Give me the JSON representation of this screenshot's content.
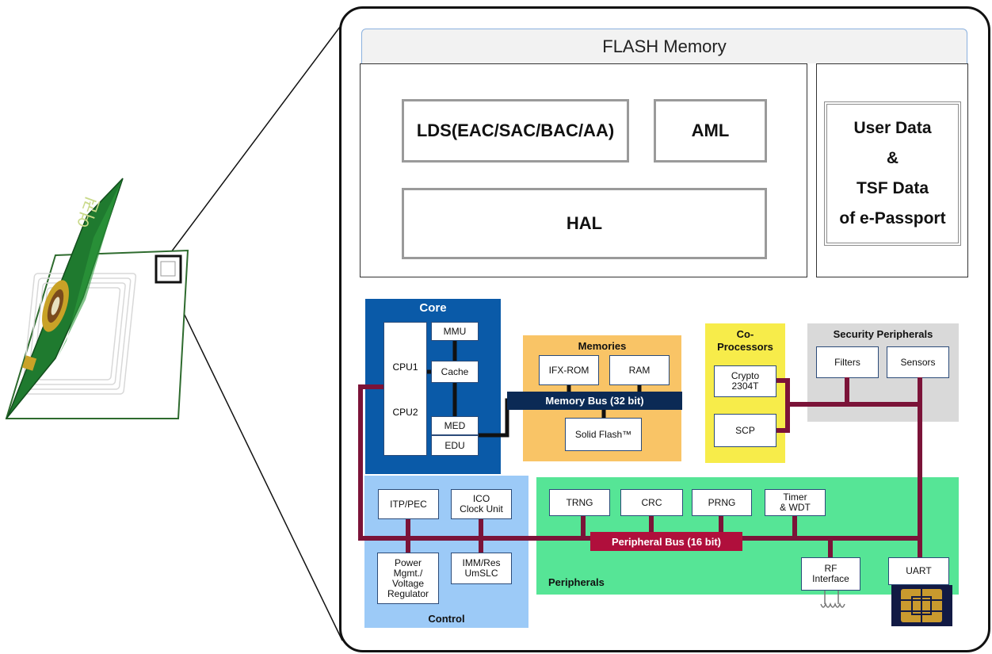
{
  "flash": {
    "title": "FLASH Memory",
    "lds": "LDS(EAC/SAC/BAC/AA)",
    "aml": "AML",
    "hal": "HAL",
    "user_data": "User Data\n&\nTSF Data\nof e-Passport"
  },
  "core": {
    "title": "Core",
    "cpu1": "CPU1",
    "cpu2": "CPU2",
    "mmu": "MMU",
    "cache": "Cache",
    "med": "MED",
    "edu": "EDU"
  },
  "memories": {
    "title": "Memories",
    "ifx_rom": "IFX-ROM",
    "ram": "RAM",
    "solid_flash": "Solid Flash™",
    "memory_bus": "Memory Bus (32 bit)"
  },
  "coprocessors": {
    "title": "Co-\nProcessors",
    "crypto": "Crypto\n2304T",
    "scp": "SCP"
  },
  "security": {
    "title": "Security Peripherals",
    "filters": "Filters",
    "sensors": "Sensors"
  },
  "control": {
    "title": "Control",
    "itp_pec": "ITP/PEC",
    "ico": "ICO\nClock Unit",
    "power": "Power\nMgmt./\nVoltage\nRegulator",
    "imm": "IMM/Res\nUmSLC"
  },
  "peripherals": {
    "title": "Peripherals",
    "trng": "TRNG",
    "crc": "CRC",
    "prng": "PRNG",
    "timer": "Timer\n& WDT",
    "rf": "RF\nInterface",
    "uart": "UART",
    "peripheral_bus": "Peripheral Bus (16 bit)"
  },
  "colors": {
    "core_blue": "#0a5aa8",
    "memories_orange": "#f9c466",
    "coproc_yellow": "#f7ec4a",
    "security_grey": "#d9d9d9",
    "control_lightblue": "#9ccaf7",
    "peripherals_green": "#56e596",
    "bus_maroon": "#7b1338",
    "memory_bus_navy": "#0b2a55",
    "peripheral_bus_red": "#b00f3c"
  }
}
